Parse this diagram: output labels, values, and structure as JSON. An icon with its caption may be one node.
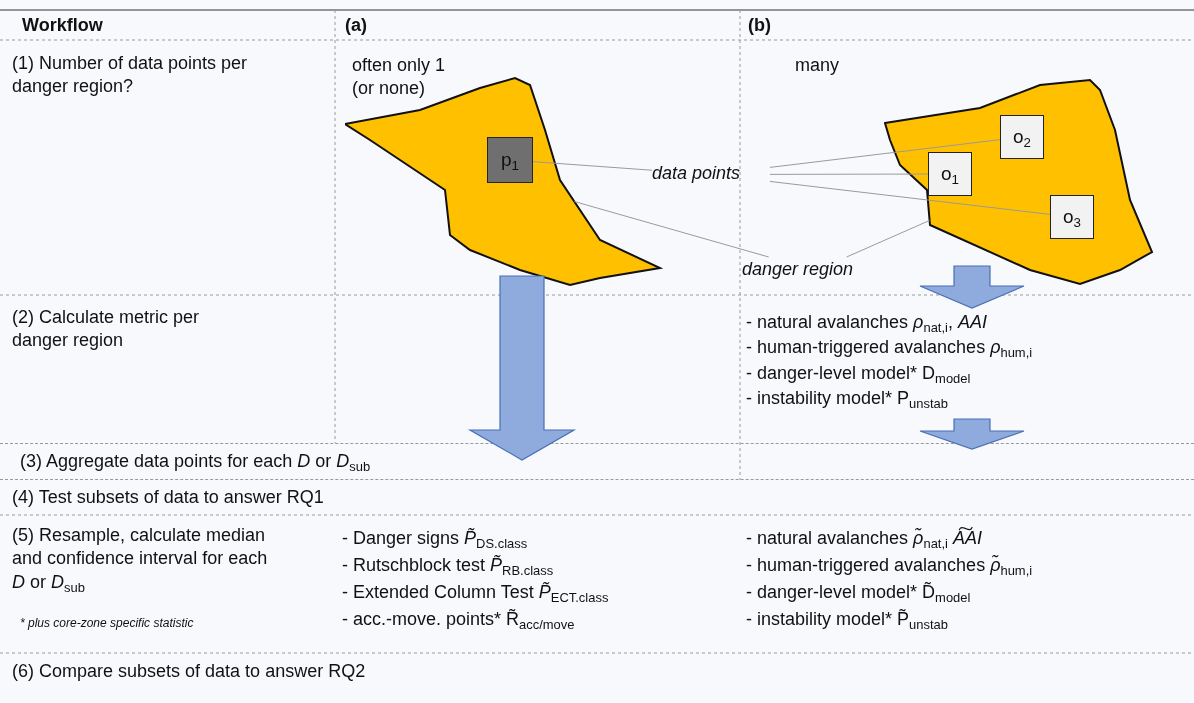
{
  "diagram": {
    "nodes": [
      {
        "text": [],
        "shape": "polygon"
      },
      {
        "text": [
          "p$_{1}$"
        ],
        "in": 0
      },
      {
        "text": [],
        "shape": "polygon"
      },
      {
        "text": [
          "o$_{2}$"
        ],
        "in": 2
      },
      {
        "text": [
          "o$_{1}$"
        ],
        "in": 2
      },
      {
        "text": [
          "o$_{3}$"
        ],
        "in": 2
      },
      {
        "text": [
          "data points"
        ]
      },
      {
        "text": [
          "danger region"
        ]
      },
      {
        "text": [
          "- natural avalanches *ρ*$_{nat,i}$, *AAI*",
          "- human-triggered avalanches *ρ*$_{hum,i}$",
          "- danger-level model* D$_{model}$",
          "- instability model* P$_{unstab}$"
        ]
      },
      {
        "text": [
          "(3) Aggregate data points for each *D* or *D*$_{sub}$"
        ]
      }
    ],
    "edges": [
      {
        "from": 6,
        "to": 1,
        "arrow": "none"
      },
      {
        "from": 6,
        "to": 3,
        "arrow": "none"
      },
      {
        "from": 6,
        "to": 4,
        "arrow": "none"
      },
      {
        "from": 6,
        "to": 5,
        "arrow": "none"
      },
      {
        "from": 7,
        "to": 0,
        "arrow": "none"
      },
      {
        "from": 7,
        "to": 2,
        "arrow": "none"
      },
      {
        "from": 0,
        "to": 9,
        "arrow": "to",
        "style": "thick",
        "color": "#8faadc"
      },
      {
        "from": 2,
        "to": 8,
        "arrow": "to",
        "style": "thick",
        "color": "#8faadc"
      },
      {
        "from": 8,
        "to": 9,
        "arrow": "to",
        "style": "thick",
        "color": "#8faadc"
      }
    ],
    "labels": [
      "Workflow",
      "(a)",
      "(b)",
      "(1) Number of data points per danger region?",
      "often only 1 (or none)",
      "many",
      "(2) Calculate metric per danger region",
      "(4) Test subsets of data to answer RQ1",
      "(5) Resample, calculate median and confidence interval for each *D* or *D*$_{sub}$",
      "- Danger signs *P̃*$_{DS.class}$",
      "- Rutschblock test *P̃*$_{RB.class}$",
      "- Extended Column Test *P̃*$_{ECT.class}$",
      "- acc.-move. points* R̃$_{acc/move}$",
      "- natural avalanches *ρ̃*$_{nat,i}$ *A͠AI*",
      "- human-triggered avalanches *ρ̃*$_{hum,i}$",
      "- danger-level model* D̃$_{model}$",
      "- instability model* P̃$_{unstab}$",
      "* plus core-zone specific statistic",
      "(6) Compare subsets of data to answer RQ2"
    ]
  }
}
